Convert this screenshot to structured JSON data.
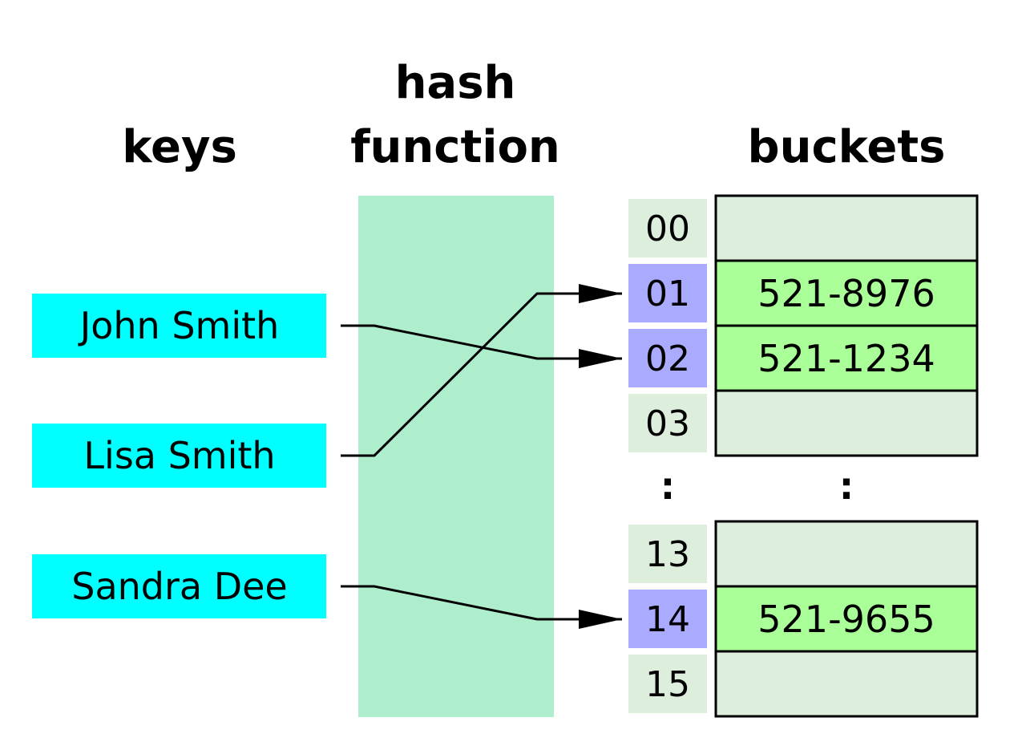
{
  "headings": {
    "keys": "keys",
    "hash_line1": "hash",
    "hash_line2": "function",
    "buckets": "buckets"
  },
  "keys": [
    "John Smith",
    "Lisa Smith",
    "Sandra Dee"
  ],
  "indices": {
    "top": [
      "00",
      "01",
      "02",
      "03"
    ],
    "ellipsis": ":",
    "bottom": [
      "13",
      "14",
      "15"
    ]
  },
  "buckets": {
    "top": [
      "",
      "521-8976",
      "521-1234",
      ""
    ],
    "ellipsis": ":",
    "bottom": [
      "",
      "521-9655",
      ""
    ]
  },
  "mappings": [
    {
      "key": "John Smith",
      "index": "02"
    },
    {
      "key": "Lisa Smith",
      "index": "01"
    },
    {
      "key": "Sandra Dee",
      "index": "14"
    }
  ],
  "colors": {
    "key_box": "#00ffff",
    "hash_function": "#aeeecc",
    "index_default": "#ddeedd",
    "index_highlight": "#aaaaff",
    "bucket_empty": "#ddeedd",
    "bucket_filled": "#aaff99"
  }
}
